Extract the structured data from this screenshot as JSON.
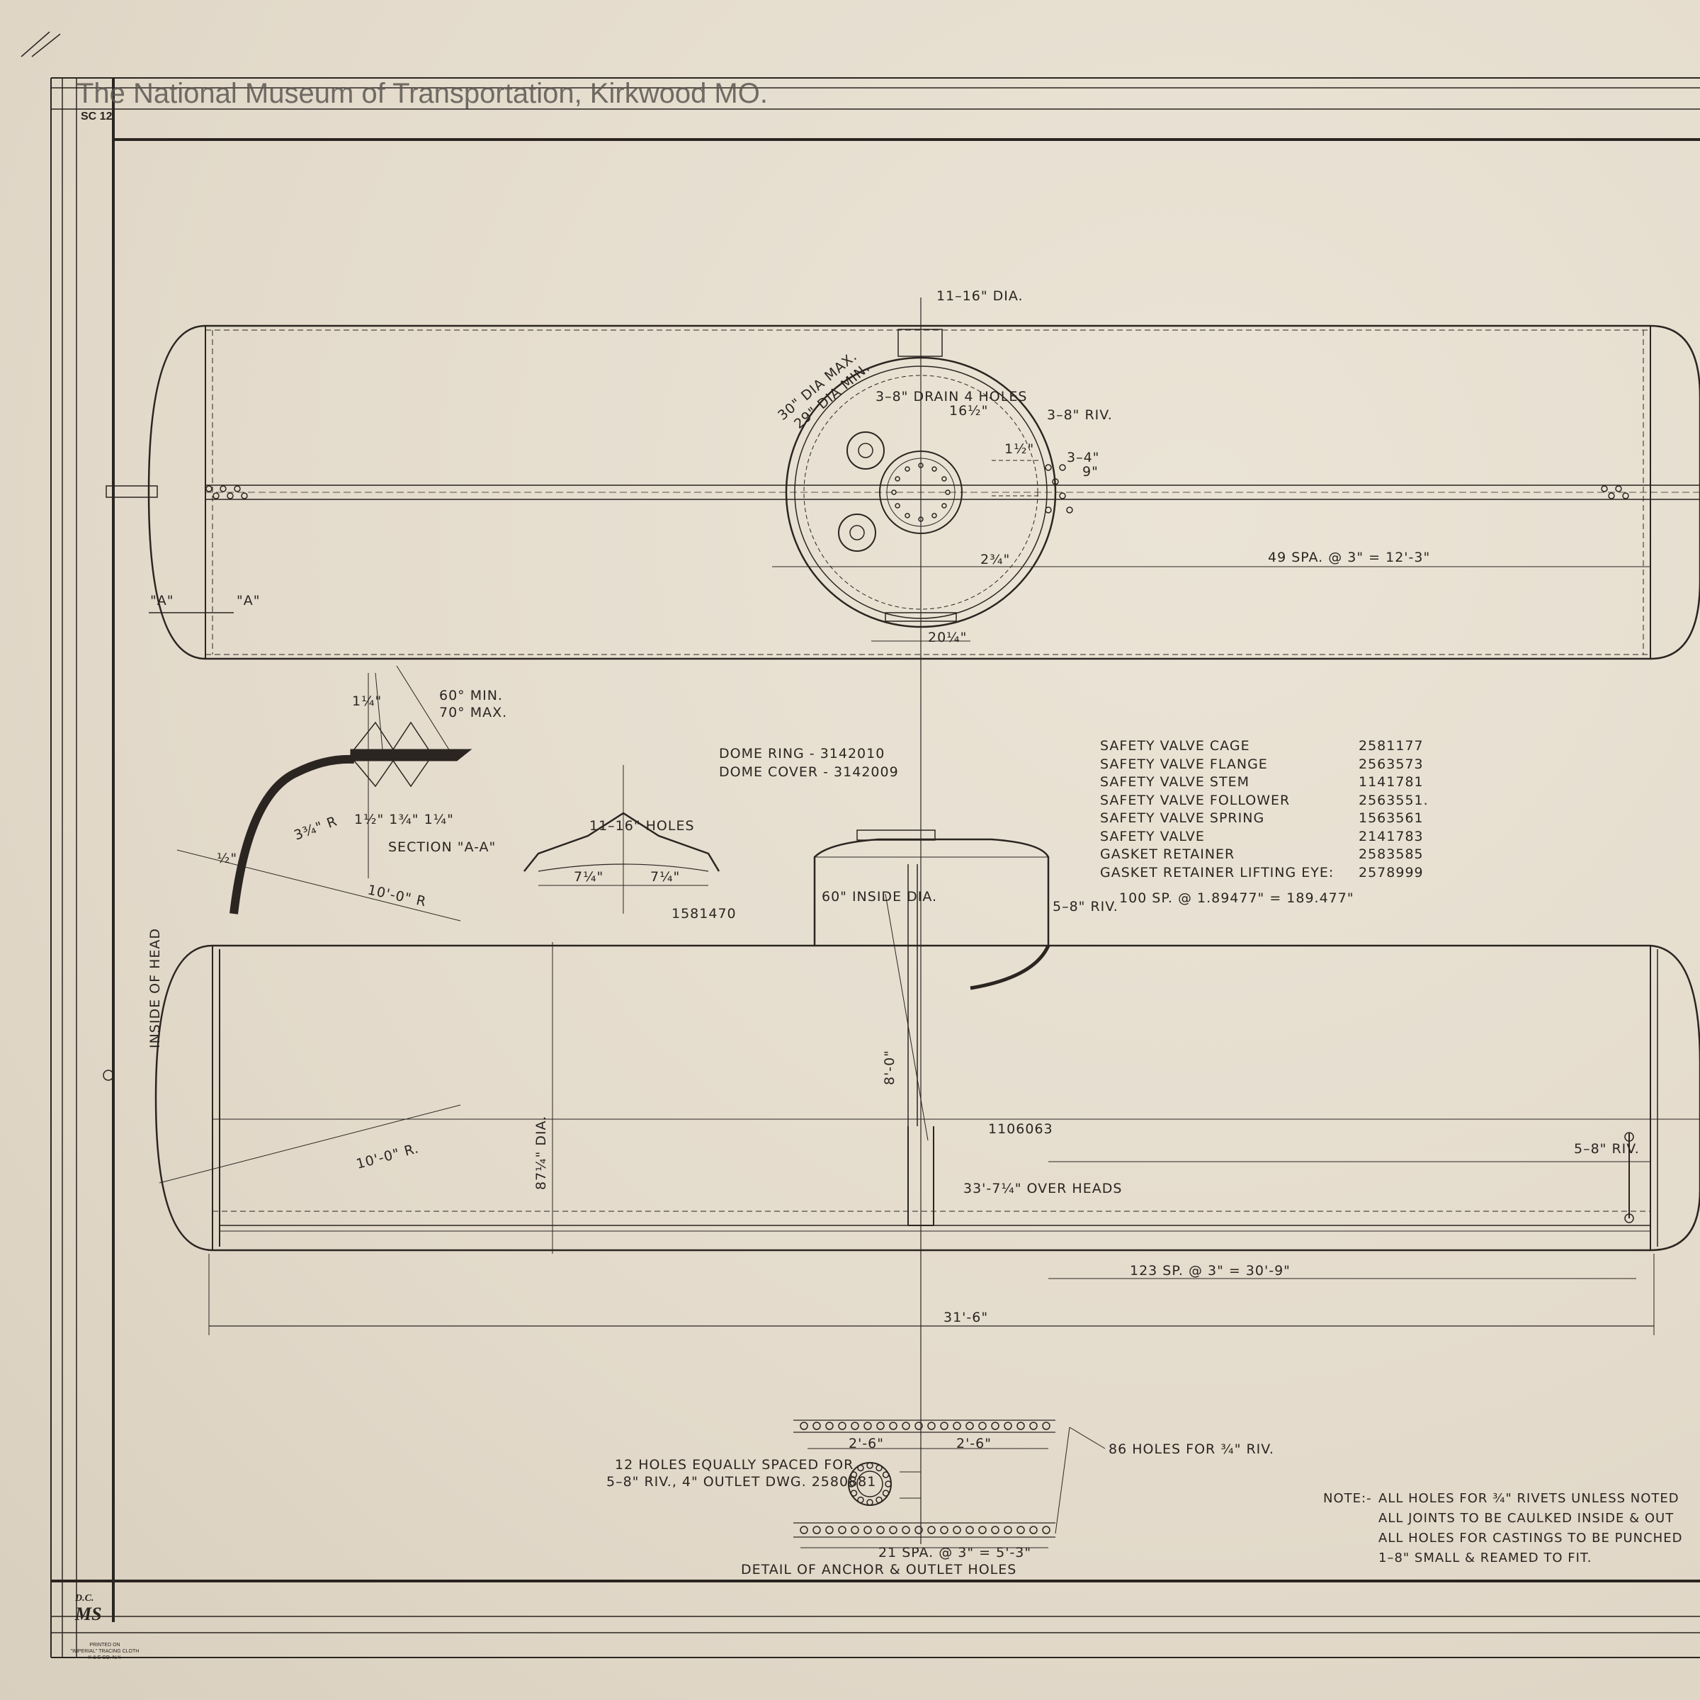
{
  "watermark": "The National Museum of Transportation, Kirkwood MO.",
  "sheet_code": "SC 12",
  "title_block": {
    "initials_top": "D.C.",
    "initials_bottom": "MS",
    "printed_on": [
      "PRINTED ON",
      "\"IMPERIAL\" TRACING CLOTH",
      "K & E CO. N.Y."
    ]
  },
  "top_view": {
    "dia_note": "11–16\" DIA.",
    "dome_dia_max": "30\" DIA MAX.",
    "dome_dia_min": "29\" DIA MIN.",
    "drain_holes": "3–8\" DRAIN 4 HOLES",
    "dim_16_half": "16½\"",
    "riv_3_8": "3–8\" RIV.",
    "dim_1_half": "1½\"",
    "dim_9": "9\"",
    "dim_3_4": "3–4\"",
    "dim_2_3_4": "2¾\"",
    "dim_20_quarter": "20¼\"",
    "spacing": "49 SPA. @ 3\" = 12'-3\"",
    "section_a_left": "\"A\"",
    "section_a_right": "\"A\""
  },
  "section_detail": {
    "angle_min": "60° MIN.",
    "angle_max": "70° MAX.",
    "dim_1_quarter": "1¼\"",
    "radius_3_3_4": "3¾\" R",
    "dims_bottom": "1½\"  1¾\"  1¼\"",
    "label": "SECTION \"A-A\"",
    "dim_half": "½\"",
    "radius_10": "10'-0\" R"
  },
  "dome_detail": {
    "ring": "DOME RING - 3142010",
    "cover": "DOME COVER - 3142009",
    "holes": "11–16\" HOLES",
    "dim_left": "7¼\"",
    "dim_right": "7¼\"",
    "part_no": "1581470",
    "inside_dia": "60\" INSIDE DIA.",
    "riv": "5–8\" RIV.",
    "spacing": "100 SP. @ 1.89477\" = 189.477\""
  },
  "parts_list": [
    {
      "name": "SAFETY VALVE CAGE",
      "number": "2581177"
    },
    {
      "name": "SAFETY VALVE FLANGE",
      "number": "2563573"
    },
    {
      "name": "SAFETY VALVE STEM",
      "number": "1141781"
    },
    {
      "name": "SAFETY VALVE FOLLOWER",
      "number": "2563551."
    },
    {
      "name": "SAFETY VALVE SPRING",
      "number": "1563561"
    },
    {
      "name": "SAFETY VALVE",
      "number": "2141783"
    },
    {
      "name": "GASKET RETAINER",
      "number": "2583585"
    },
    {
      "name": "GASKET RETAINER LIFTING EYE:",
      "number": "2578999"
    }
  ],
  "side_view": {
    "inside_of_head": "INSIDE OF HEAD",
    "radius_10": "10'-0\" R.",
    "diameter": "87¼\" DIA.",
    "height_8": "8'-0\"",
    "part_no": "1106063",
    "over_heads": "33'-7¼\" OVER HEADS",
    "spacing": "123 SP. @ 3\" = 30'-9\"",
    "overall": "31'-6\"",
    "riv_right": "5–8\" RIV."
  },
  "anchor_detail": {
    "holes_note_1": "12 HOLES EQUALLY SPACED FOR",
    "holes_note_2": "5–8\" RIV., 4\" OUTLET DWG. 2580881",
    "dim_2_6_left": "2'-6\"",
    "dim_2_6_right": "2'-6\"",
    "holes_86": "86 HOLES FOR ¾\" RIV.",
    "spacing": "21 SPA. @ 3\" = 5'-3\"",
    "title": "DETAIL OF ANCHOR & OUTLET HOLES"
  },
  "notes": {
    "lead": "NOTE:-",
    "lines": [
      "ALL HOLES FOR ¾\" RIVETS UNLESS NOTED",
      "ALL JOINTS TO BE CAULKED INSIDE & OUT",
      "ALL HOLES FOR CASTINGS TO BE PUNCHED",
      "1–8\" SMALL & REAMED TO FIT."
    ]
  }
}
